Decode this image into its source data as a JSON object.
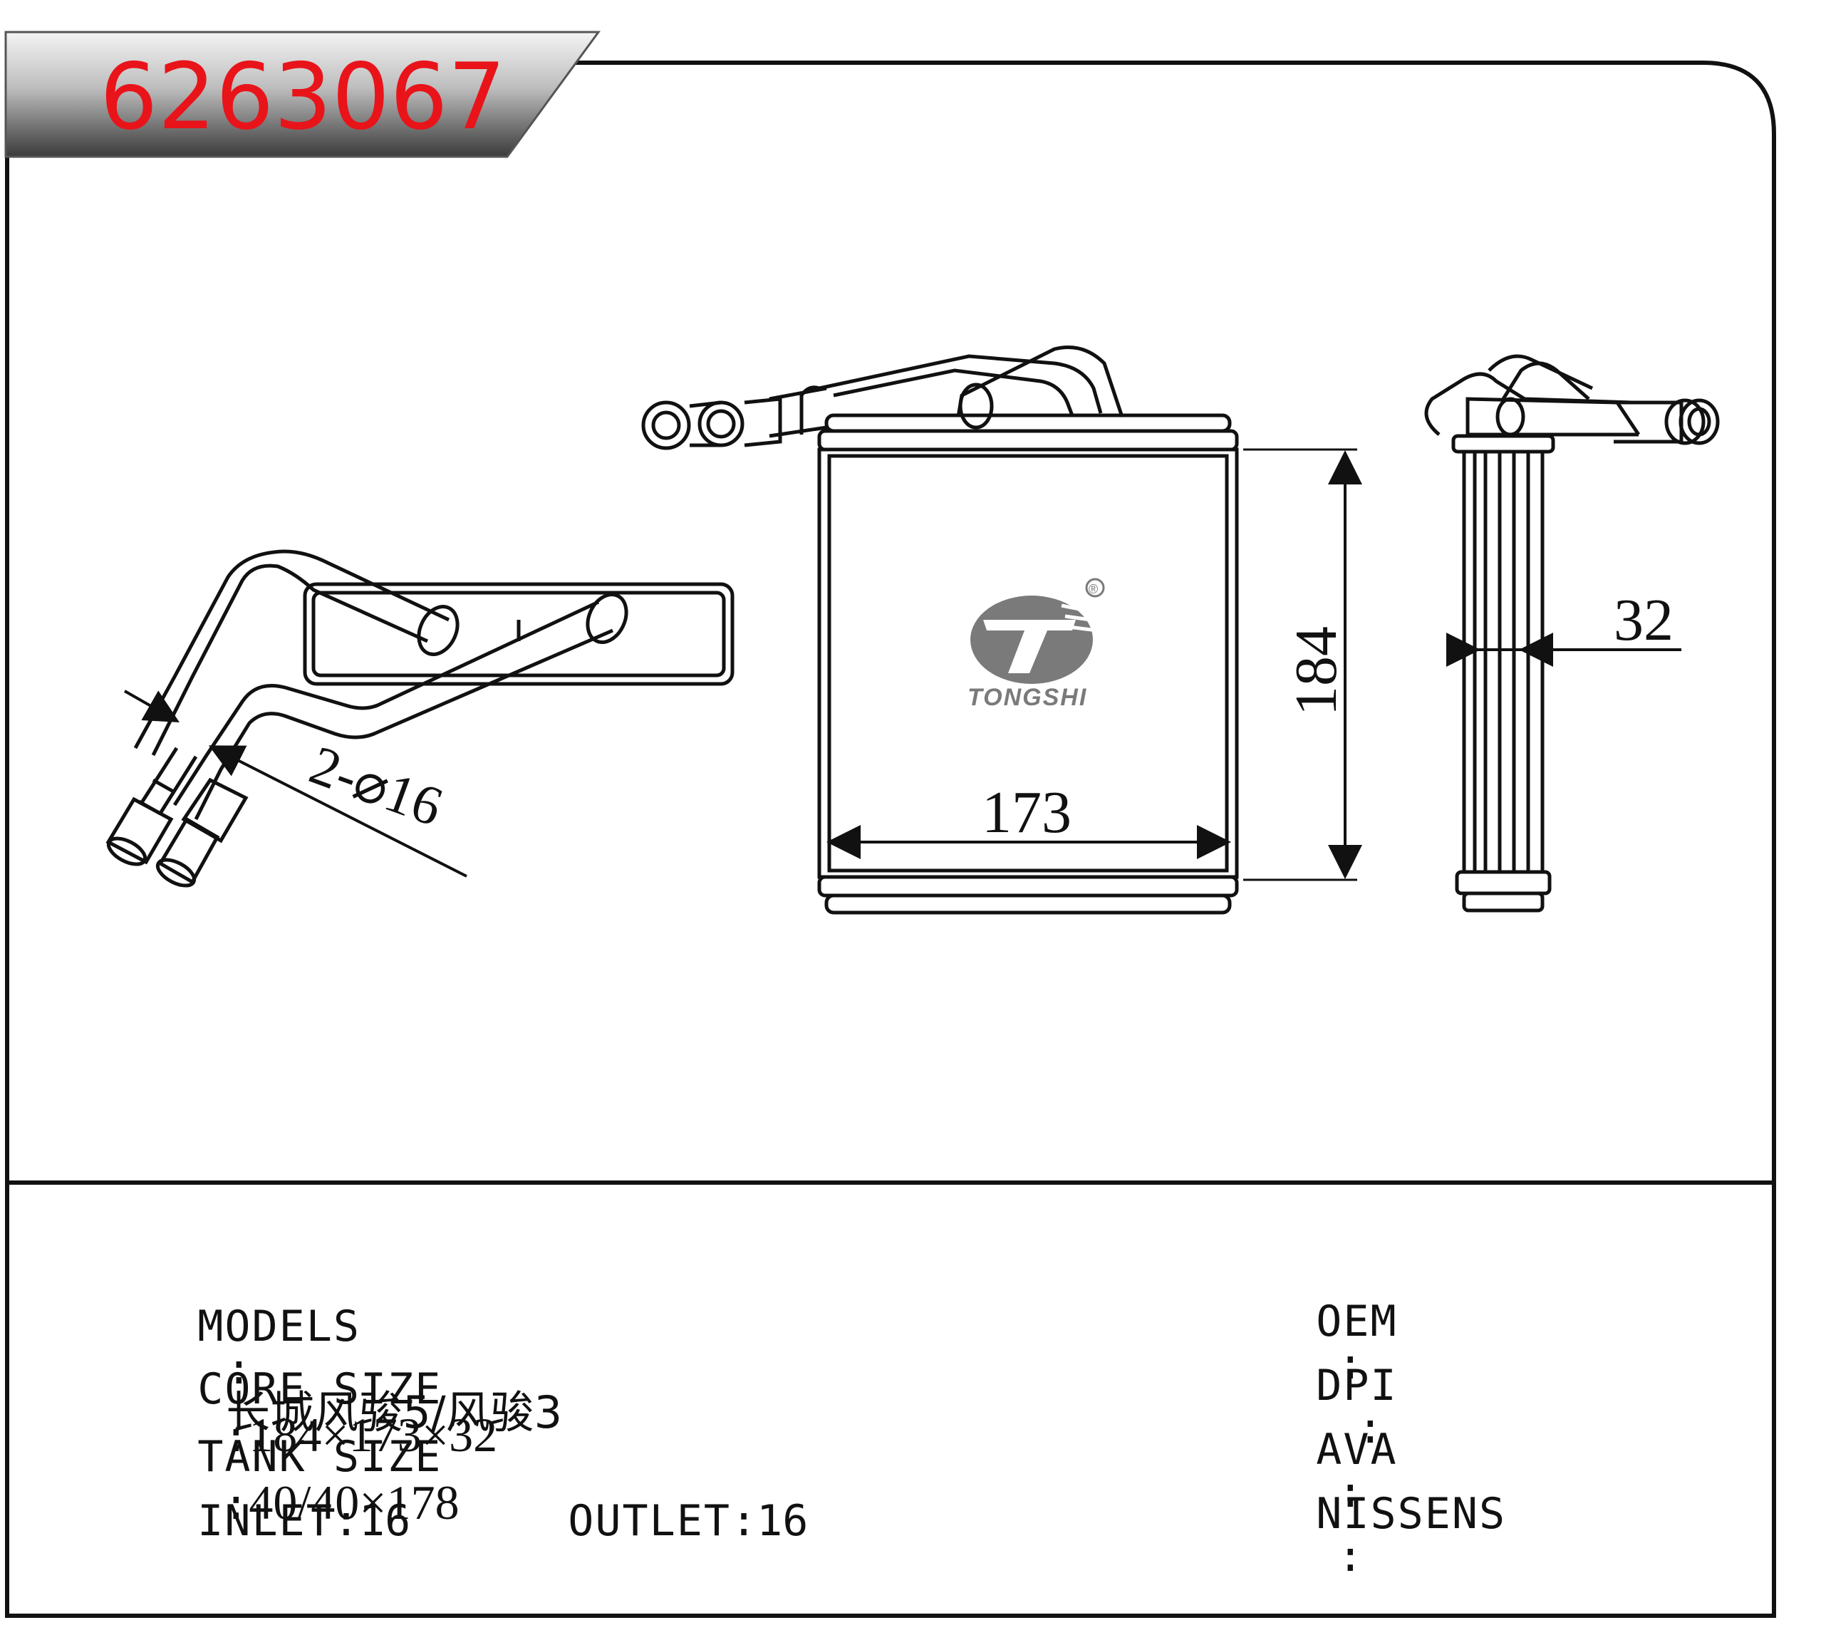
{
  "part_number": "6263067",
  "brand": {
    "logo_text": "TONGSHI",
    "registered_mark": "®"
  },
  "dimensions": {
    "height": "184",
    "width": "173",
    "thickness": "32",
    "pipe_note": "2-⌀16"
  },
  "specs": {
    "models_label": "MODELS",
    "models_sep": ":",
    "models_value": "长城风骏5/风骏3",
    "core_label": "CORE SIZE",
    "core_sep": ":",
    "core_value": "184×173×32",
    "tank_label": "TANK SIZE",
    "tank_sep": ":",
    "tank_value": "40/40×178",
    "inlet_label": "INLET",
    "inlet_value": "16",
    "outlet_label": "OUTLET",
    "outlet_value": "16"
  },
  "refs": {
    "oem_label": "OEM",
    "dpi_label": "DPI",
    "ava_label": "AVA",
    "nissens_label": "NISSENS",
    "sep": ":"
  },
  "colors": {
    "title_red": "#e8141a",
    "banner_dark": "#3a3a3a",
    "line": "#111111",
    "logo_gray": "#7a7a7a"
  }
}
